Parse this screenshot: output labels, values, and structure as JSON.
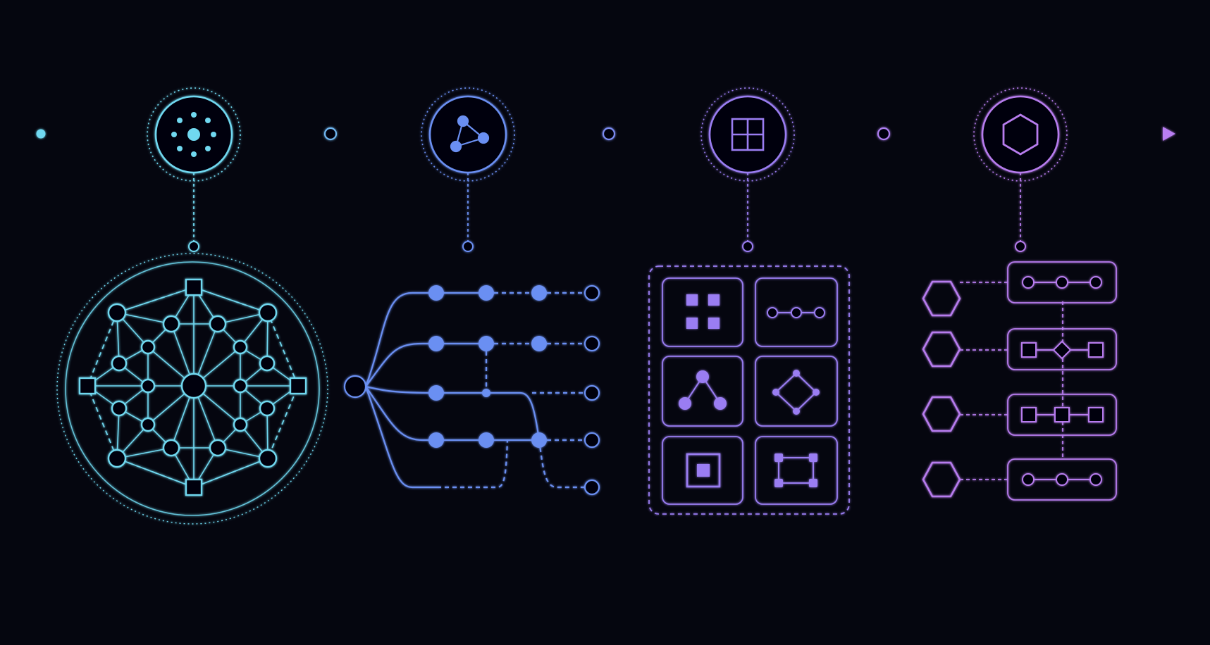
{
  "theme": {
    "background": "#05060f",
    "stage_colors": [
      "#6fd8f0",
      "#6b8ff2",
      "#9a7df2",
      "#b77cee"
    ],
    "timeline_gradient": [
      "#6fd8f0",
      "#6b8ff2",
      "#9a7df2",
      "#b97ef2"
    ]
  },
  "stages": [
    {
      "id": "network",
      "icon": "radial-dots-icon",
      "panel": "network-graph-panel"
    },
    {
      "id": "flow",
      "icon": "triangle-graph-icon",
      "panel": "branching-flow-panel"
    },
    {
      "id": "modules",
      "icon": "grid-icon",
      "panel": "module-grid-panel"
    },
    {
      "id": "pipeline",
      "icon": "hexagon-icon",
      "panel": "hexagon-pipeline-panel"
    }
  ],
  "module_cards": [
    {
      "icon": "four-squares-icon"
    },
    {
      "icon": "chain-circles-icon"
    },
    {
      "icon": "tree-icon"
    },
    {
      "icon": "diamond-graph-icon"
    },
    {
      "icon": "nested-square-icon"
    },
    {
      "icon": "square-nodes-icon"
    }
  ],
  "pipeline_rows": [
    {
      "icon": "hexagon-icon",
      "card": "circle-chain-icon"
    },
    {
      "icon": "hexagon-icon",
      "card": "square-diamond-square-icon"
    },
    {
      "icon": "hexagon-icon",
      "card": "three-squares-icon"
    },
    {
      "icon": "hexagon-icon",
      "card": "circle-chain-icon"
    }
  ]
}
